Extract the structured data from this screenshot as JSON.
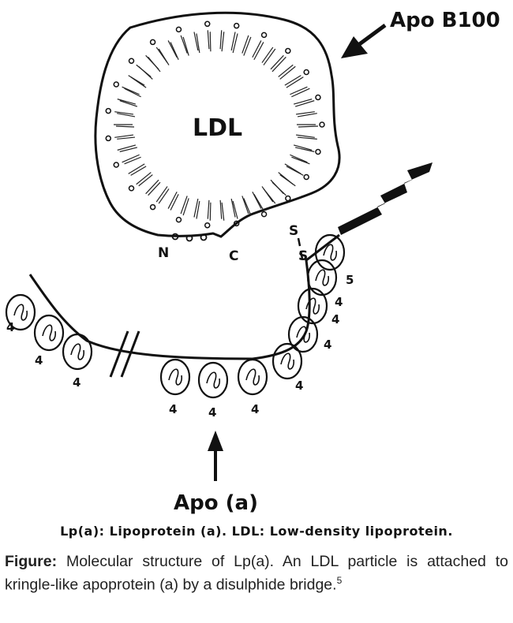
{
  "diagram": {
    "particle_label": "LDL",
    "apob_label": "Apo B100",
    "apoa_label": "Apo (a)",
    "n_label": "N",
    "c_label": "C",
    "s1_label": "S",
    "s2_label": "S",
    "kringle5_label": "5",
    "kringle4_label": "4"
  },
  "abbreviations": "Lp(a): Lipoprotein (a). LDL: Low-density lipoprotein.",
  "caption": {
    "prefix": "Figure:",
    "text": "Molecular structure of Lp(a). An LDL particle is attached to kringle-like apoprotein (a) by a disulphide bridge.",
    "ref": "5"
  }
}
